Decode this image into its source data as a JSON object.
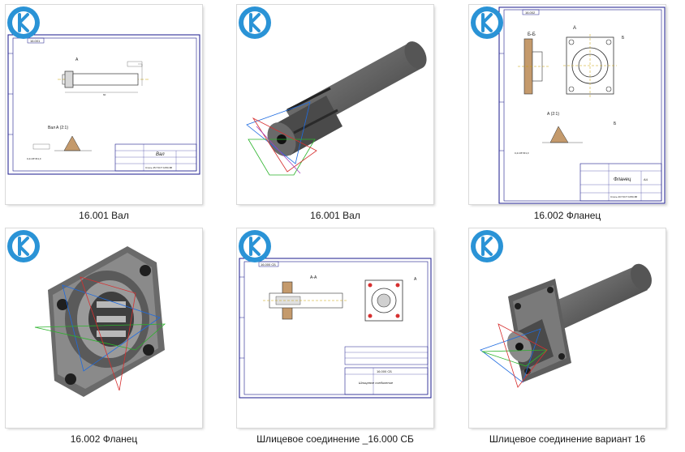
{
  "files": [
    {
      "name": "16.001 Вал",
      "kind": "drawing",
      "doc_number": "16.001",
      "doc_title": "Вал",
      "material": "Сталь 45 ГОСТ 1050-88",
      "format": "А3",
      "badge_icon": "kompas-logo-icon"
    },
    {
      "name": "16.001 Вал",
      "kind": "model-shaft",
      "badge_icon": "kompas-logo-icon"
    },
    {
      "name": "16.002 Фланец",
      "kind": "drawing",
      "doc_number": "16.002",
      "doc_title": "Фланец",
      "material": "Сталь 20 ГОСТ 1050-88",
      "format": "А4",
      "section_label": "Б-Б",
      "view_label": "А",
      "detail_label": "А (2:1)",
      "badge_icon": "kompas-logo-icon"
    },
    {
      "name": "16.002 Фланец",
      "kind": "model-flange",
      "badge_icon": "kompas-logo-icon"
    },
    {
      "name": "Шлицевое соединение _16.000 СБ",
      "kind": "drawing",
      "doc_number": "16.000 СБ",
      "doc_title": "Шлицевое соединение",
      "section_label": "А-А",
      "badge_icon": "kompas-logo-icon"
    },
    {
      "name": "Шлицевое соединение вариант 16",
      "kind": "model-assembly",
      "badge_icon": "kompas-logo-icon"
    }
  ],
  "colors": {
    "badge_blue": "#2a93d6",
    "sheet_border": "#1a1a8c",
    "model_gray": "#5e5e5e"
  }
}
